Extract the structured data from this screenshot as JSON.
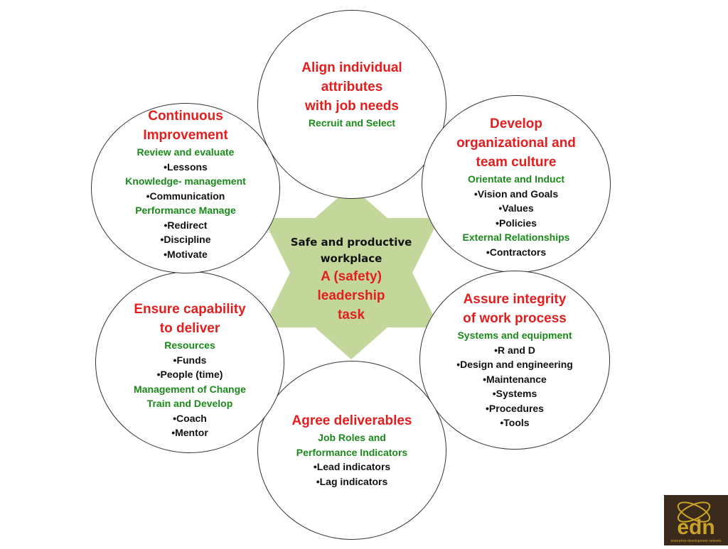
{
  "center": {
    "subtitle_line1": "Safe and productive",
    "subtitle_line2": "workplace",
    "title_line1": "A (safety)",
    "title_line2": "leadership",
    "title_line3": "task"
  },
  "circles": {
    "top": {
      "lines": [
        {
          "style": "t",
          "text": "Align individual"
        },
        {
          "style": "t",
          "text": "attributes"
        },
        {
          "style": "t",
          "text": "with job needs"
        },
        {
          "style": "g",
          "text": "Recruit and Select"
        }
      ]
    },
    "upper_right": {
      "lines": [
        {
          "style": "t",
          "text": "Develop"
        },
        {
          "style": "t",
          "text": "organizational and"
        },
        {
          "style": "t",
          "text": "team culture"
        },
        {
          "style": "g",
          "text": "Orientate and Induct"
        },
        {
          "style": "b",
          "text": "•Vision and Goals"
        },
        {
          "style": "b",
          "text": "•Values"
        },
        {
          "style": "b",
          "text": "•Policies"
        },
        {
          "style": "g",
          "text": "External Relationships"
        },
        {
          "style": "b",
          "text": "•Contractors"
        }
      ]
    },
    "lower_right": {
      "lines": [
        {
          "style": "t",
          "text": "Assure integrity"
        },
        {
          "style": "t",
          "text": "of work process"
        },
        {
          "style": "g",
          "text": "Systems and equipment"
        },
        {
          "style": "b",
          "text": "•R and D"
        },
        {
          "style": "b",
          "text": "•Design and engineering"
        },
        {
          "style": "b",
          "text": "•Maintenance"
        },
        {
          "style": "b",
          "text": "•Systems"
        },
        {
          "style": "b",
          "text": "•Procedures"
        },
        {
          "style": "b",
          "text": "•Tools"
        }
      ]
    },
    "bottom": {
      "lines": [
        {
          "style": "t",
          "text": "Agree deliverables"
        },
        {
          "style": "g",
          "text": "Job Roles and"
        },
        {
          "style": "g",
          "text": "Performance Indicators"
        },
        {
          "style": "b",
          "text": "•Lead indicators"
        },
        {
          "style": "b",
          "text": "•Lag indicators"
        }
      ]
    },
    "lower_left": {
      "lines": [
        {
          "style": "t",
          "text": "Ensure capability"
        },
        {
          "style": "t",
          "text": "to deliver"
        },
        {
          "style": "g",
          "text": "Resources"
        },
        {
          "style": "b",
          "text": "•Funds"
        },
        {
          "style": "b",
          "text": "•People (time)"
        },
        {
          "style": "g",
          "text": "Management of Change"
        },
        {
          "style": "g",
          "text": "Train and Develop"
        },
        {
          "style": "b",
          "text": "•Coach"
        },
        {
          "style": "b",
          "text": "•Mentor"
        }
      ]
    },
    "upper_left": {
      "lines": [
        {
          "style": "t",
          "text": "Continuous"
        },
        {
          "style": "t",
          "text": "Improvement"
        },
        {
          "style": "g",
          "text": "Review and evaluate"
        },
        {
          "style": "b",
          "text": "•Lessons"
        },
        {
          "style": "g",
          "text": "Knowledge- management"
        },
        {
          "style": "b",
          "text": "•Communication"
        },
        {
          "style": "g",
          "text": "Performance Manage"
        },
        {
          "style": "b",
          "text": "•Redirect"
        },
        {
          "style": "b",
          "text": "•Discipline"
        },
        {
          "style": "b",
          "text": "•Motivate"
        }
      ]
    }
  },
  "logo": {
    "text": "edn",
    "tagline": "enterprise development network"
  },
  "colors": {
    "title_red": "#e31e1e",
    "subhead_green": "#1a8a1a",
    "star_fill": "#c4d79b",
    "logo_bg": "#3a2a1c",
    "logo_gold": "#c9a227"
  }
}
